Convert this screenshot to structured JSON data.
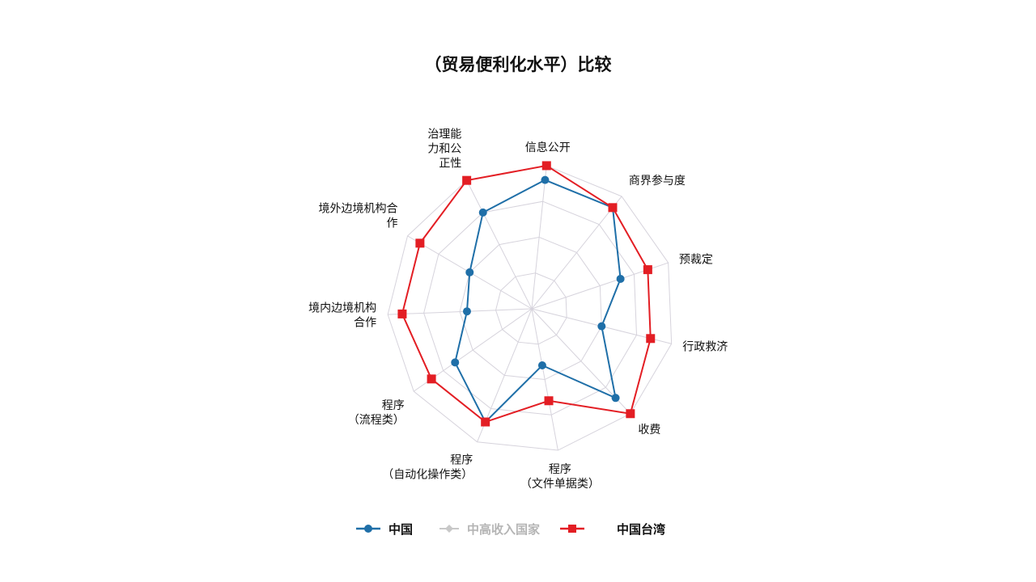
{
  "chart_data": {
    "type": "radar",
    "title": "（贸易便利化水平）比较",
    "axes": [
      [
        "信息公开"
      ],
      [
        "商界参与度"
      ],
      [
        "预裁定"
      ],
      [
        "行政救济"
      ],
      [
        "收费"
      ],
      [
        "程序",
        "（文件单据类）"
      ],
      [
        "程序",
        "（自动化操作类）"
      ],
      [
        "程序",
        "（流程类）"
      ],
      [
        "境内边境机构",
        "合作"
      ],
      [
        "境外边境机构合",
        "作"
      ],
      [
        "治理能",
        "力和公",
        "正性"
      ]
    ],
    "rmax": 2,
    "grid_levels": 4,
    "series": [
      {
        "name": "中国",
        "color": "#1f6fa8",
        "marker": "circle",
        "values": [
          1.8,
          1.8,
          1.3,
          1.0,
          1.7,
          0.8,
          1.7,
          1.3,
          0.9,
          1.0,
          1.5
        ]
      },
      {
        "name": "中高收入国家",
        "color": "#c8c8c8",
        "marker": "diamond",
        "values": []
      },
      {
        "name": "中国台湾",
        "color": "#e31e24",
        "marker": "square",
        "values": [
          2.0,
          1.8,
          1.7,
          1.7,
          2.0,
          1.3,
          1.7,
          1.7,
          1.8,
          1.8,
          2.0
        ]
      }
    ],
    "legend_position": "bottom",
    "grid": true
  }
}
